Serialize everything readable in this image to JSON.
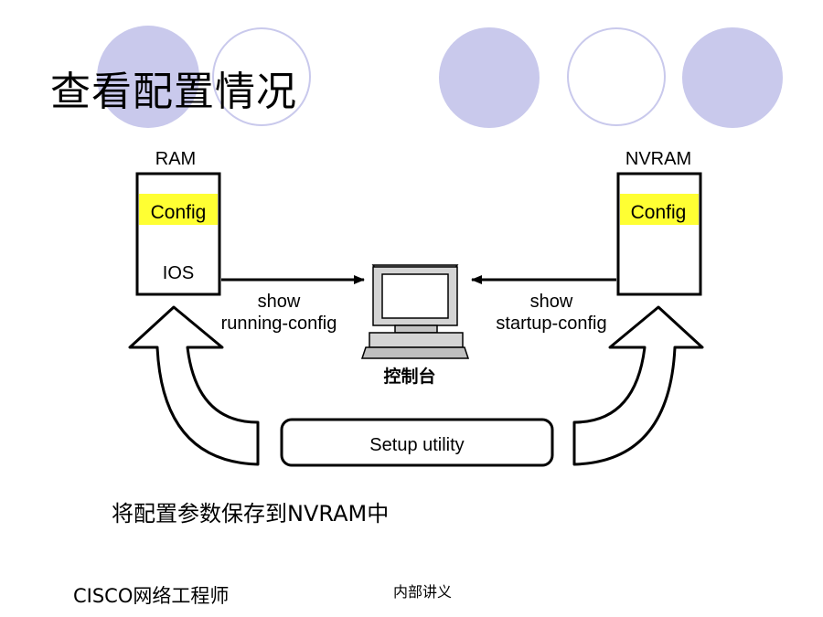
{
  "title": "查看配置情况",
  "ram": {
    "label": "RAM",
    "config_label": "Config",
    "ios_label": "IOS"
  },
  "nvram": {
    "label": "NVRAM",
    "config_label": "Config"
  },
  "arrow_left": {
    "line1": "show",
    "line2": "running-config"
  },
  "arrow_right": {
    "line1": "show",
    "line2": "startup-config"
  },
  "console_label": "控制台",
  "setup_label": "Setup utility",
  "subtitle": "将配置参数保存到NVRAM中",
  "footer": {
    "left": "CISCO网络工程师",
    "center": "内部讲义"
  },
  "colors": {
    "accent_circle": "#c9c9ec",
    "config_highlight": "#ffff33"
  }
}
